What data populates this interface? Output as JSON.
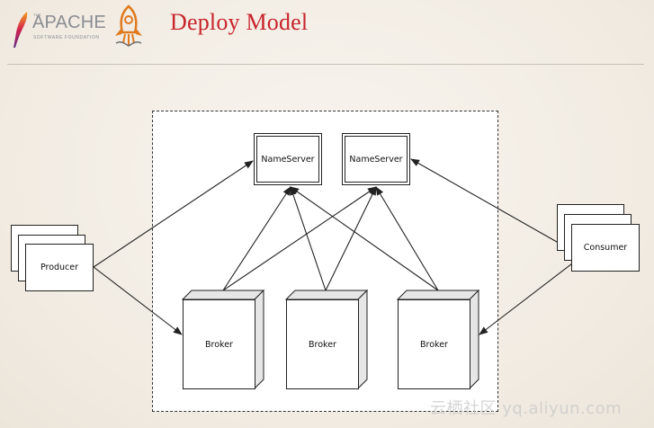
{
  "header": {
    "logo_small": "THE",
    "logo_name": "APACHE",
    "logo_sub": "SOFTWARE FOUNDATION",
    "title": "Deploy Model"
  },
  "diagram": {
    "producer": {
      "label": "Producer"
    },
    "consumer": {
      "label": "Consumer"
    },
    "nameservers": [
      {
        "label": "NameServer"
      },
      {
        "label": "NameServer"
      }
    ],
    "brokers": [
      {
        "label": "Broker"
      },
      {
        "label": "Broker"
      },
      {
        "label": "Broker"
      }
    ]
  },
  "watermark": "云栖社区 yq.aliyun.com",
  "colors": {
    "title": "#c8242c",
    "background": "#f3eee6",
    "line": "#222222"
  }
}
